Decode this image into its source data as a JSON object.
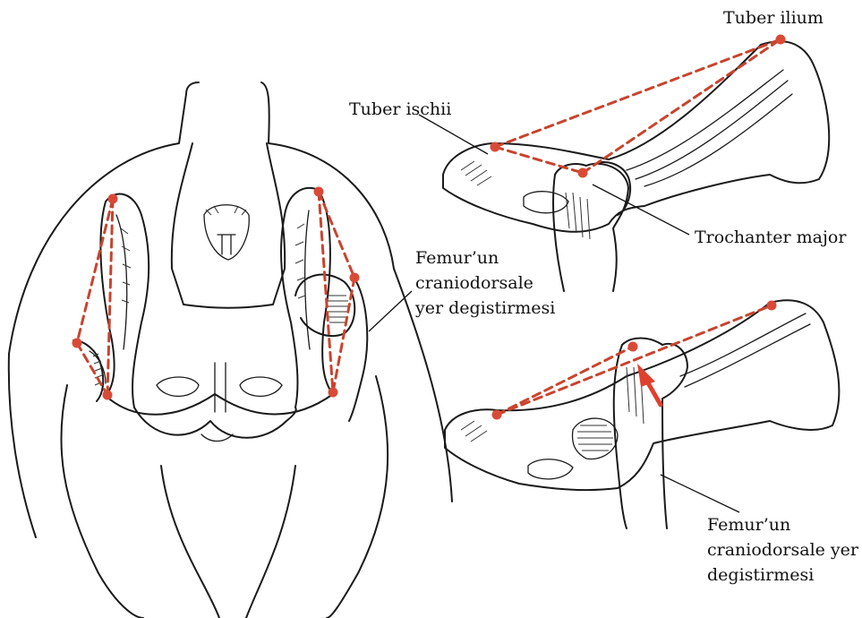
{
  "colors": {
    "landmark": "#d94a36",
    "dash": "#c8442e",
    "arrow": "#e0412e",
    "ink": "#1a1a1a"
  },
  "labels": {
    "tuber_ilium": "Tuber ilium",
    "tuber_ischii": "Tuber ischii",
    "trochanter_major": "Trochanter major",
    "femur_left": [
      "Femur’un",
      "craniodorsale",
      "yer degistirmesi"
    ],
    "femur_bottom": [
      "Femur’un",
      "craniodorsale yer",
      "degistirmesi"
    ]
  }
}
